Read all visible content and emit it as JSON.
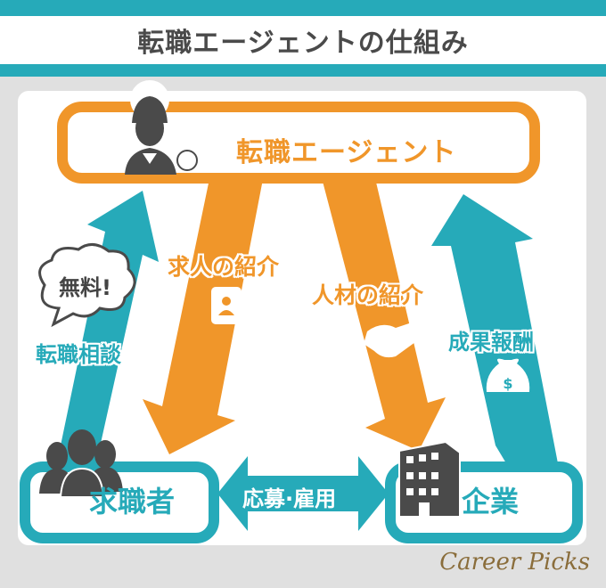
{
  "header": {
    "title": "転職エージェントの仕組み"
  },
  "agent": {
    "label": "転職エージェント",
    "icon": "headset-operator-icon"
  },
  "flows": {
    "job_intro": {
      "label": "求人の紹介",
      "icon": "address-book-icon",
      "direction": "agent-to-seeker"
    },
    "talent_intro": {
      "label": "人材の紹介",
      "icon": "handshake-icon",
      "direction": "agent-to-company"
    },
    "consultation": {
      "label": "転職相談",
      "bubble": "無料!",
      "direction": "seeker-to-agent"
    },
    "reward": {
      "label": "成果報酬",
      "icon": "money-bag-icon",
      "direction": "company-to-agent"
    },
    "apply_hire": {
      "label": "応募·雇用",
      "direction": "bidirectional"
    }
  },
  "nodes": {
    "seeker": {
      "label": "求職者",
      "icon": "people-group-icon"
    },
    "company": {
      "label": "企業",
      "icon": "office-building-icon"
    }
  },
  "colors": {
    "teal": "#26aab9",
    "orange": "#f0962a",
    "dark": "#4a4a4a",
    "background": "#e0e0e0"
  },
  "footer": {
    "brand": "Career Picks"
  }
}
